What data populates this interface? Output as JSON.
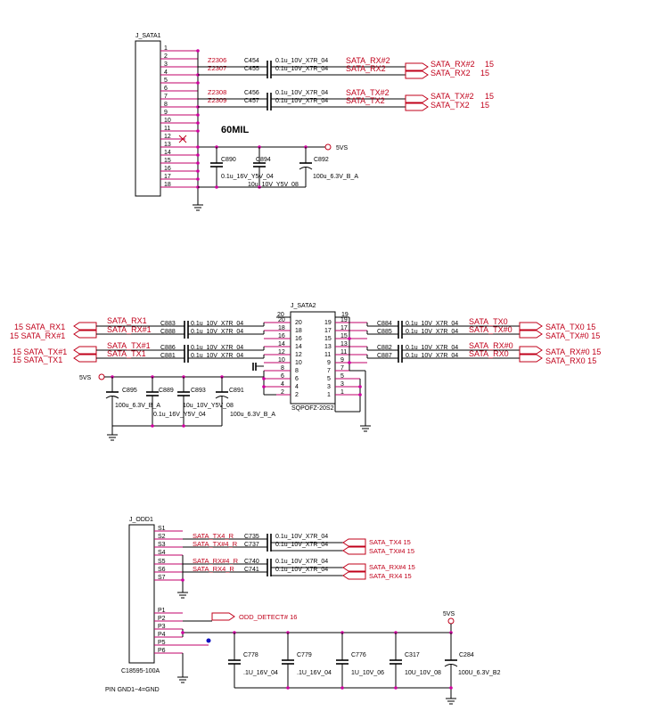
{
  "sata1": {
    "ref": "J_SATA1",
    "pins": [
      "1",
      "2",
      "3",
      "4",
      "5",
      "6",
      "7",
      "8",
      "9",
      "10",
      "11",
      "12",
      "13",
      "14",
      "15",
      "16",
      "17",
      "18"
    ],
    "nets": [
      "Z2306",
      "Z2307",
      "Z2308",
      "Z2309"
    ],
    "caps": [
      "C454",
      "C455",
      "C456",
      "C457"
    ],
    "cap_values": [
      "0.1u_10V_X7R_04",
      "0.1u_10V_X7R_04",
      "0.1u_10V_X7R_04",
      "0.1u_10V_X7R_04"
    ],
    "signals": [
      "SATA_RX#2",
      "SATA_RX2",
      "SATA_TX#2",
      "SATA_TX2"
    ],
    "ports": [
      "SATA_RX#2",
      "SATA_RX2",
      "SATA_TX#2",
      "SATA_TX2"
    ],
    "port_pages": [
      "15",
      "15",
      "15",
      "15"
    ],
    "note": "60MIL",
    "power": "5VS",
    "bypass": [
      {
        "ref": "C890",
        "value": "0.1u_16V_Y5V_04"
      },
      {
        "ref": "C894",
        "value": "10u_10V_Y5V_08"
      },
      {
        "ref": "C892",
        "value": "100u_6.3V_B_A"
      }
    ]
  },
  "sata2": {
    "ref": "J_SATA2",
    "part": "SQPOFZ-20S2",
    "pins_left": [
      "20",
      "18",
      "16",
      "14",
      "12",
      "10",
      "8",
      "6",
      "4",
      "2"
    ],
    "pins_right": [
      "19",
      "17",
      "15",
      "13",
      "11",
      "9",
      "7",
      "5",
      "3",
      "1"
    ],
    "pin_top_left": "20",
    "pin_top_right": "19",
    "left_ports": [
      "15 SATA_RX1",
      "15 SATA_RX#1",
      "15 SATA_TX#1",
      "15 SATA_TX1"
    ],
    "left_signals": [
      "SATA_RX1",
      "SATA_RX#1",
      "SATA_TX#1",
      "SATA_TX1"
    ],
    "left_caps": [
      "C883",
      "C888",
      "C886",
      "C881"
    ],
    "left_cap_values": [
      "0.1u_10V_X7R_04",
      "0.1u_10V_X7R_04",
      "0.1u_10V_X7R_04",
      "0.1u_10V_X7R_04"
    ],
    "right_caps": [
      "C884",
      "C885",
      "C882",
      "C887"
    ],
    "right_cap_values": [
      "0.1u_10V_X7R_04",
      "0.1u_10V_X7R_04",
      "0.1u_10V_X7R_04",
      "0.1u_10V_X7R_04"
    ],
    "right_signals": [
      "SATA_TX0",
      "SATA_TX#0",
      "SATA_RX#0",
      "SATA_RX0"
    ],
    "right_ports": [
      "SATA_TX0 15",
      "SATA_TX#0 15",
      "SATA_RX#0 15",
      "SATA_RX0 15"
    ],
    "power": "5VS",
    "bypass": [
      {
        "ref": "C895",
        "value": "100u_6.3V_B_A"
      },
      {
        "ref": "C889",
        "value": "0.1u_16V_Y5V_04"
      },
      {
        "ref": "C893",
        "value": "10u_10V_Y5V_08"
      },
      {
        "ref": "C891",
        "value": "100u_6.3V_B_A"
      }
    ]
  },
  "odd": {
    "ref": "J_ODD1",
    "part": "C18595-100A",
    "note": "PIN GND1~4=GND",
    "pins": [
      "S1",
      "S2",
      "S3",
      "S4",
      "S5",
      "S6",
      "S7",
      "P1",
      "P2",
      "P3",
      "P4",
      "P5",
      "P6"
    ],
    "nets": [
      "SATA_TX4_R",
      "SATA_TX#4_R",
      "SATA_RX#4_R",
      "SATA_RX4_R"
    ],
    "caps": [
      "C735",
      "C737",
      "C740",
      "C741"
    ],
    "cap_values": [
      "0.1u_10V_X7R_04",
      "0.1u_10V_X7R_04",
      "0.1u_10V_X7R_04",
      "0.1u_10V_X7R_04"
    ],
    "ports": [
      "SATA_TX4  15",
      "SATA_TX#4  15",
      "SATA_RX#4  15",
      "SATA_RX4  15"
    ],
    "detect": "ODD_DETECT#  16",
    "power": "5VS",
    "bypass": [
      {
        "ref": "C778",
        "value": ".1U_16V_04"
      },
      {
        "ref": "C779",
        "value": ".1U_16V_04"
      },
      {
        "ref": "C776",
        "value": "1U_10V_06"
      },
      {
        "ref": "C317",
        "value": "10U_10V_08"
      },
      {
        "ref": "C284",
        "value": "100U_6.3V_B2"
      }
    ]
  },
  "colors": {
    "wire": "#000000",
    "net": "#c0001a",
    "junction": "#d000a0"
  }
}
